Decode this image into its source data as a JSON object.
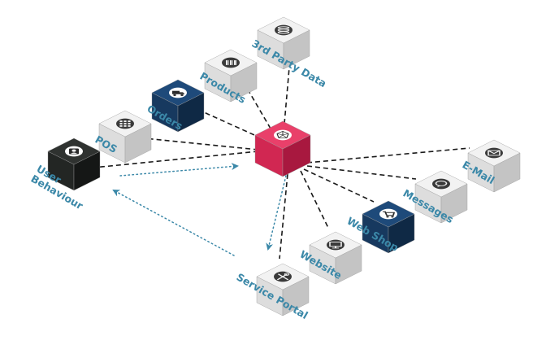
{
  "colors": {
    "label": "#3b88a8",
    "hub_top": "#e9406a",
    "hub_left": "#d12752",
    "hub_right": "#a8183f",
    "gray_top": "#f2f2f2",
    "gray_left": "#dddddd",
    "gray_right": "#c4c4c4",
    "navy_top": "#1e4a7a",
    "navy_left": "#17395f",
    "navy_right": "#0f2945",
    "black_top": "#2f3230",
    "black_left": "#232624",
    "black_right": "#151716",
    "dashed_line": "#1a1a1a",
    "dotted_arrow": "#3b88a8"
  },
  "hub": {
    "name": "central-hub",
    "icon": "network-icon"
  },
  "nodes": [
    {
      "id": "user-behaviour",
      "label": "User\nBehaviour",
      "style": "black",
      "icon": "contact-card-icon"
    },
    {
      "id": "pos",
      "label": "POS",
      "style": "gray",
      "icon": "calculator-icon"
    },
    {
      "id": "orders",
      "label": "Orders",
      "style": "navy",
      "icon": "delivery-truck-icon"
    },
    {
      "id": "products",
      "label": "Products",
      "style": "gray",
      "icon": "barcode-icon"
    },
    {
      "id": "third-party-data",
      "label": "3rd Party Data",
      "style": "gray",
      "icon": "database-icon"
    },
    {
      "id": "email",
      "label": "E-Mail",
      "style": "gray",
      "icon": "envelope-icon"
    },
    {
      "id": "messages",
      "label": "Messages",
      "style": "gray",
      "icon": "chat-bubble-icon"
    },
    {
      "id": "web-shop",
      "label": "Web Shop",
      "style": "navy",
      "icon": "shopping-cart-icon"
    },
    {
      "id": "website",
      "label": "Website",
      "style": "gray",
      "icon": "monitor-icon"
    },
    {
      "id": "service-portal",
      "label": "Service Portal",
      "style": "gray",
      "icon": "tools-icon"
    }
  ]
}
